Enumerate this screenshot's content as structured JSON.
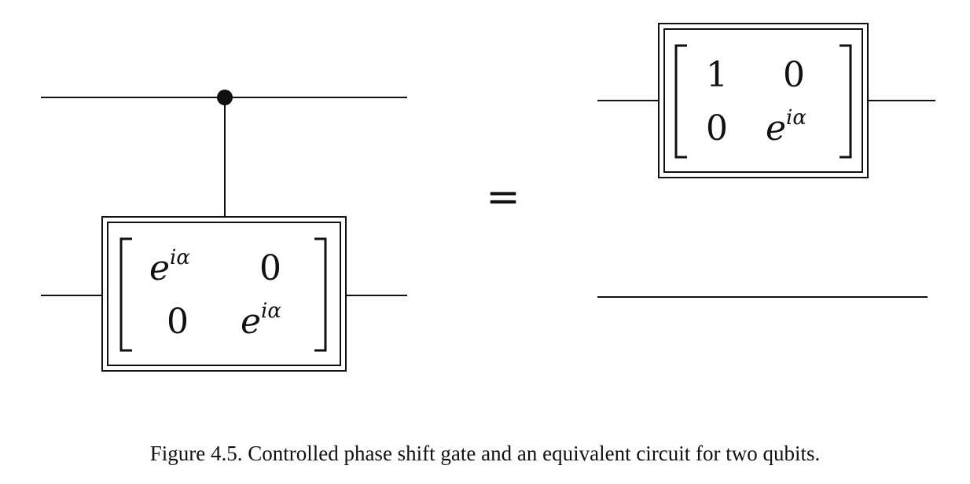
{
  "diagram": {
    "controlled_gate": {
      "matrix": {
        "r1c1": {
          "base": "e",
          "exp": "iα"
        },
        "r1c2": "0",
        "r2c1": "0",
        "r2c2": {
          "base": "e",
          "exp": "iα"
        }
      }
    },
    "equals_sign": "=",
    "equivalent_gate": {
      "matrix": {
        "r1c1": "1",
        "r1c2": "0",
        "r2c1": "0",
        "r2c2": {
          "base": "e",
          "exp": "iα"
        }
      }
    }
  },
  "caption": "Figure 4.5. Controlled phase shift gate and an equivalent circuit for two qubits."
}
